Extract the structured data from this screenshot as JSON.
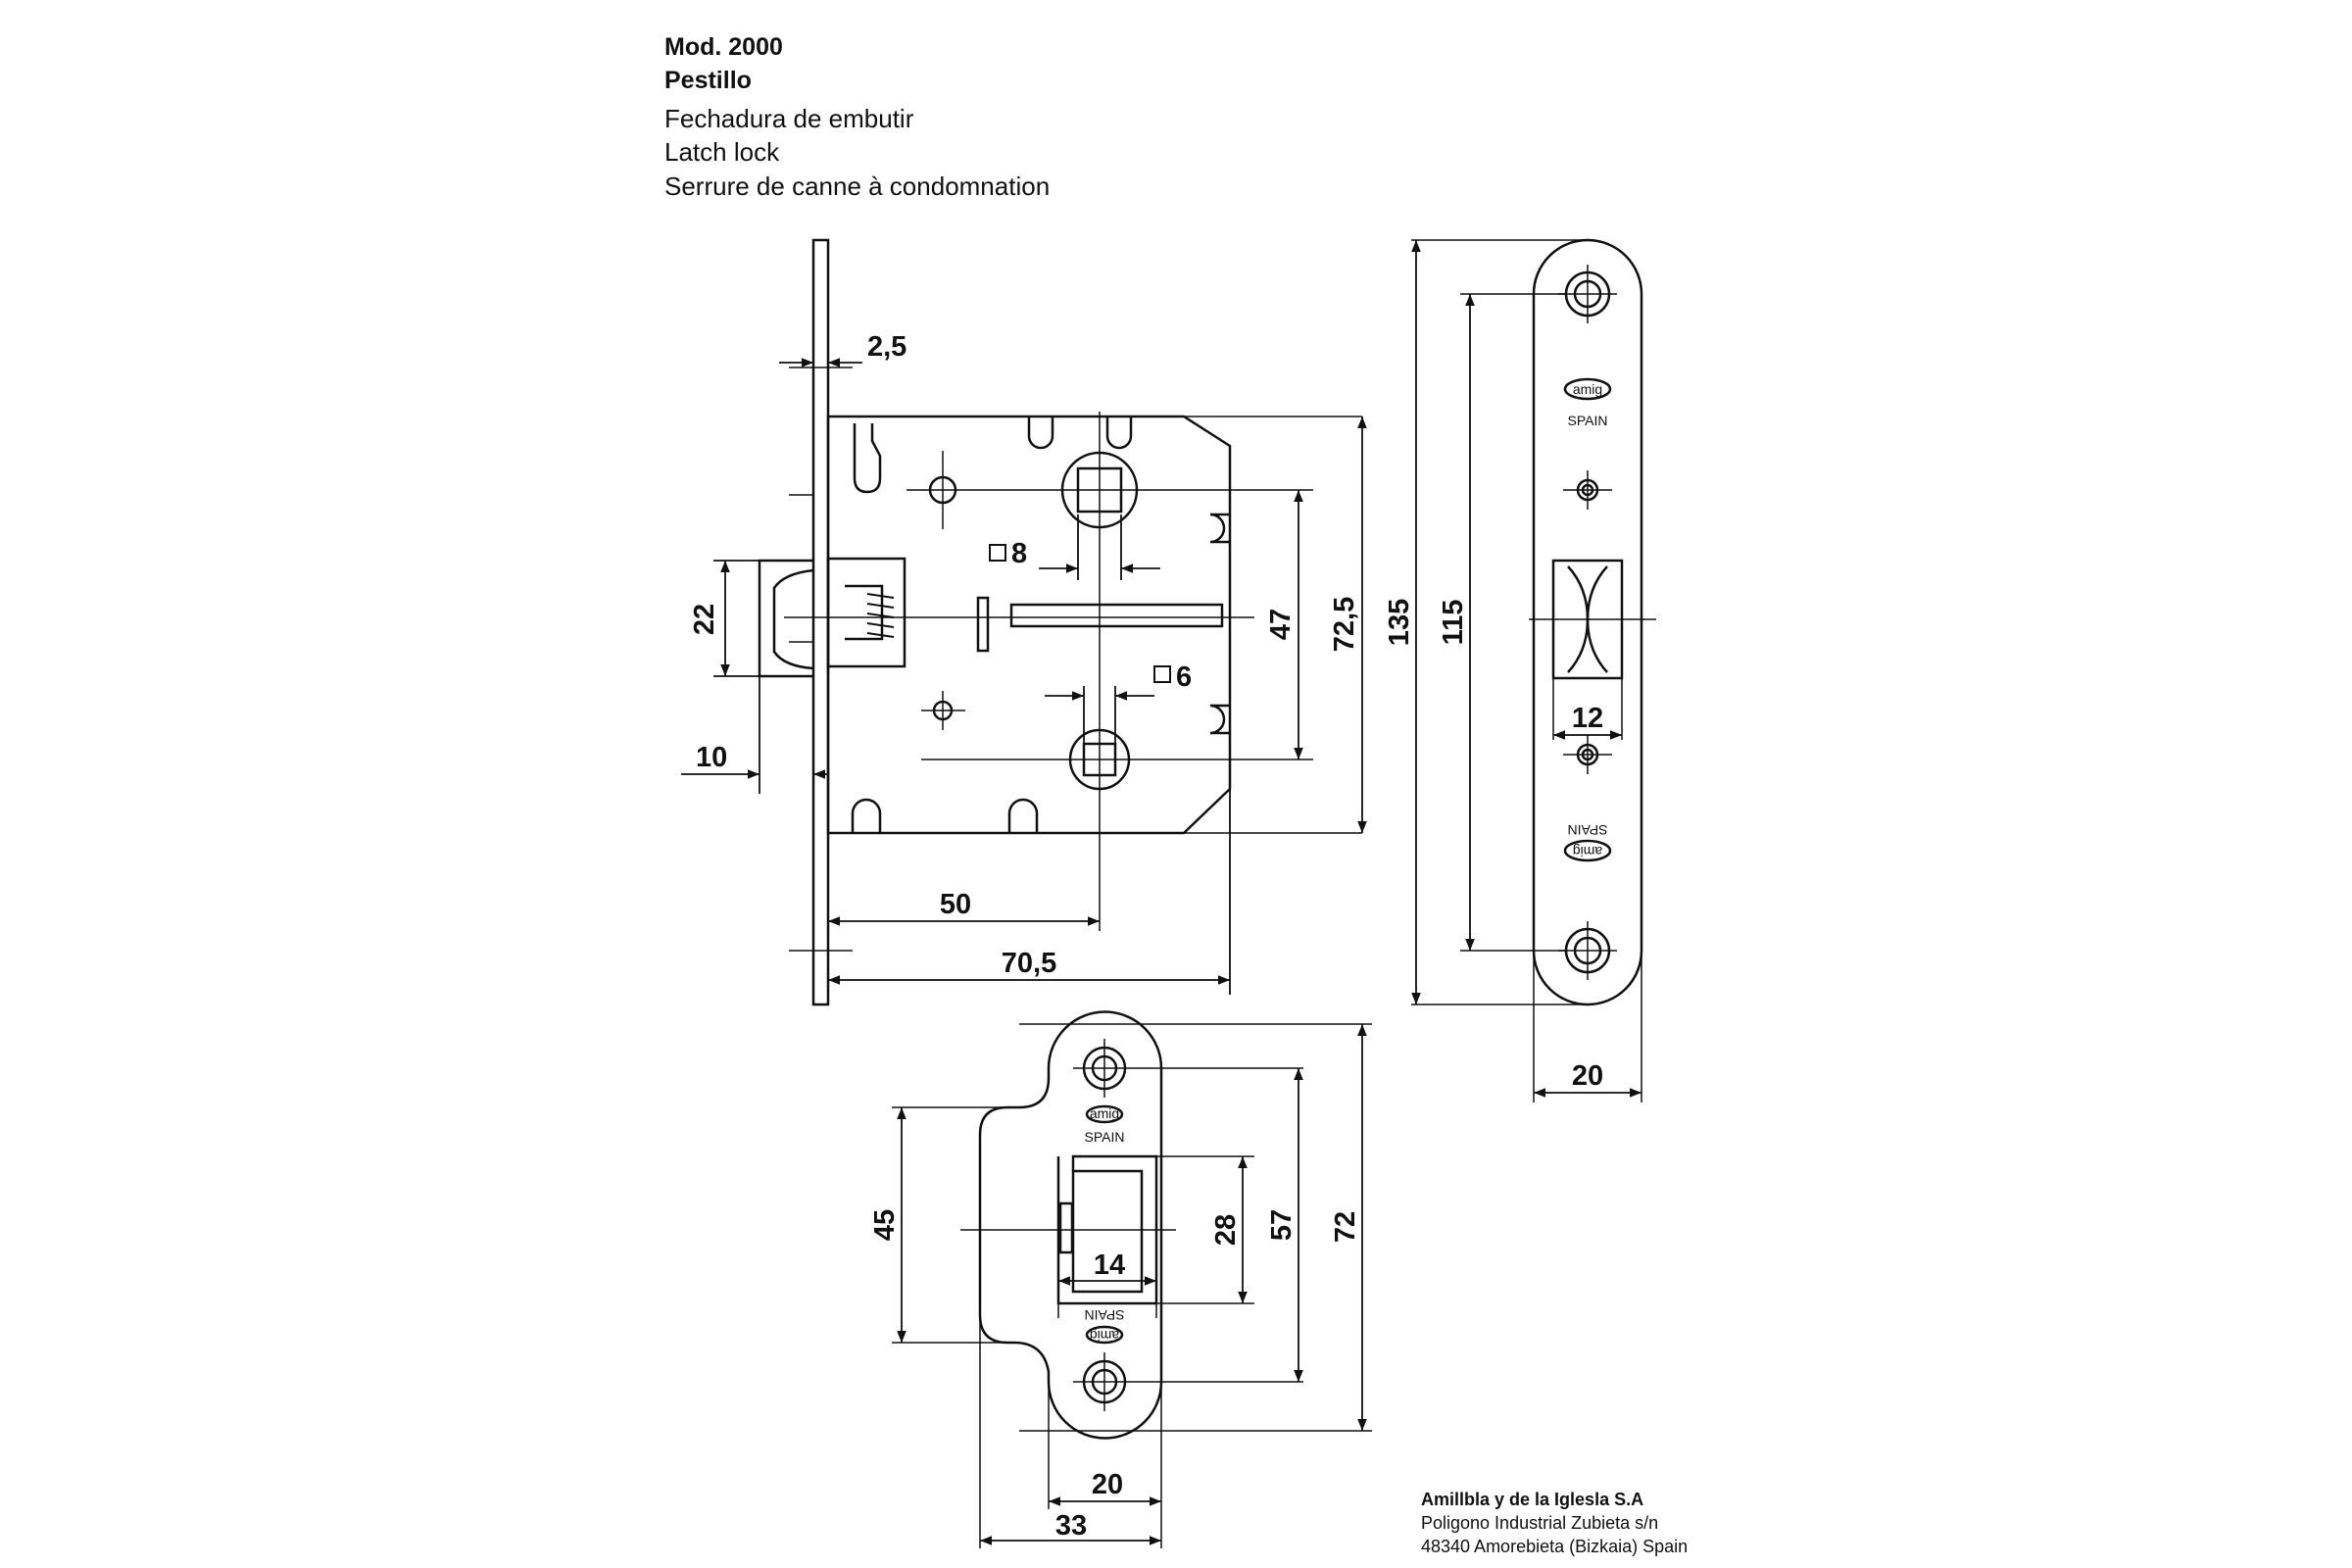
{
  "header": {
    "model": "Mod. 2000",
    "name": "Pestillo",
    "desc_es": "Fechadura de embutir",
    "desc_en": "Latch lock",
    "desc_fr": "Serrure de canne à condomnation"
  },
  "footer": {
    "company": "Amillbla y de la Iglesla S.A",
    "address1": "Poligono Industrial Zubieta s/n",
    "address2": "48340 Amorebieta (Bizkaia) Spain"
  },
  "dimensions": {
    "faceplate_thickness": "2,5",
    "latch_height": "22",
    "latch_projection": "10",
    "spindle_square": "8",
    "bolt_square": "6",
    "center_distance": "47",
    "case_height": "72,5",
    "backset": "50",
    "case_depth": "70,5",
    "front_height": "135",
    "front_screw_spacing": "115",
    "front_latch_width": "12",
    "front_width": "20",
    "strike_latch_height": "45",
    "strike_opening": "28",
    "strike_screw_spacing": "57",
    "strike_height": "72",
    "strike_opening_width": "14",
    "strike_plate_width": "20",
    "strike_total_width": "33"
  },
  "marks": {
    "brand": "amig",
    "origin": "SPAIN"
  }
}
